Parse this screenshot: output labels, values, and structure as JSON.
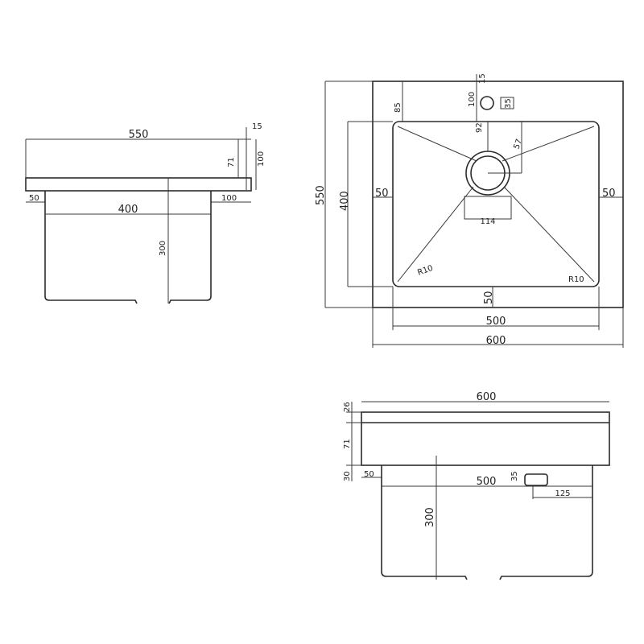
{
  "side_view": {
    "depth": "550",
    "flange_thickness": "15",
    "flange_height": "71",
    "rim_height": "100",
    "left_offset": "50",
    "bowl_width": "400",
    "right_offset": "100",
    "bowl_depth": "300"
  },
  "top_view": {
    "outer_depth": "550",
    "inner_depth": "400",
    "top_offset": "85",
    "drain_offset": "100",
    "tap_hole_top": "15",
    "tap_hole_dia": "35",
    "drain_ring": "92",
    "slope_label": "57",
    "drain_width": "114",
    "left_margin": "50",
    "right_margin": "50",
    "bottom_margin": "50",
    "corner_radius_left": "R10",
    "corner_radius_right": "R10",
    "bowl_width": "500",
    "overall_width": "600"
  },
  "front_view": {
    "overall_width": "600",
    "top_thickness": "26",
    "body_height": "71",
    "lip_height": "30",
    "left_offset": "50",
    "bowl_width": "500",
    "overflow_height": "35",
    "overflow_width": "125",
    "bowl_depth": "300"
  }
}
